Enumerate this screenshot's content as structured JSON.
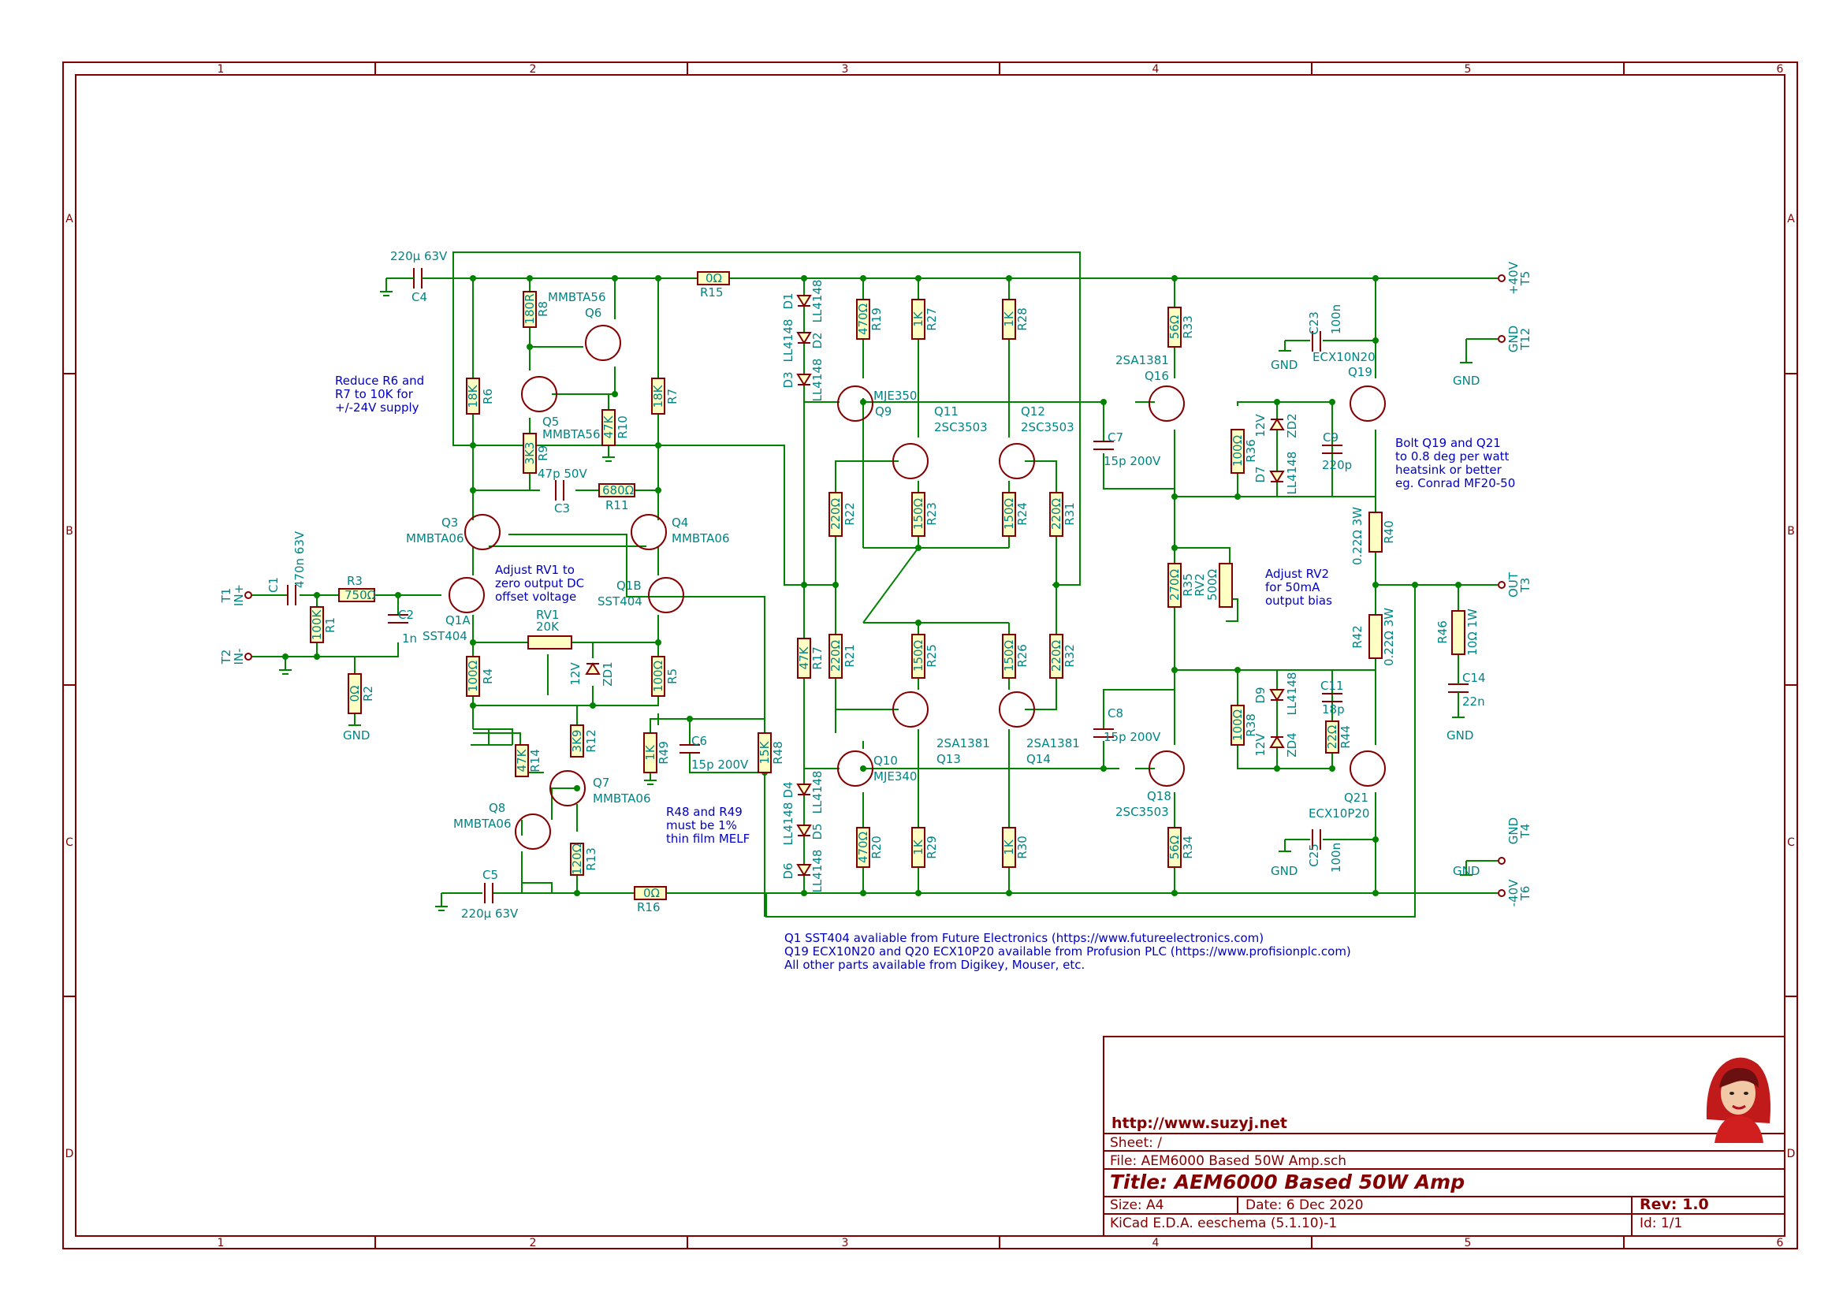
{
  "colors": {
    "frame": "#840000",
    "wire": "#008400",
    "component_fill": "#ffffc4",
    "reference_text": "#008484",
    "note_text": "#0000c4"
  },
  "title_block": {
    "url": "http://www.suzyj.net",
    "sheet": "Sheet: /",
    "file": "File: AEM6000 Based 50W Amp.sch",
    "title": "Title: AEM6000 Based 50W Amp",
    "size": "Size: A4",
    "date": "Date: 6 Dec 2020",
    "rev": "Rev: 1.0",
    "tool": "KiCad E.D.A.  eeschema (5.1.10)-1",
    "id": "Id: 1/1"
  },
  "zones": {
    "columns": [
      "1",
      "2",
      "3",
      "4",
      "5",
      "6"
    ],
    "rows": [
      "A",
      "B",
      "C",
      "D"
    ]
  },
  "notes": {
    "reduce_r6": [
      "Reduce R6 and",
      "R7 to 10K for",
      "+/-24V supply"
    ],
    "adjust_rv1": [
      "Adjust RV1 to",
      "zero output DC",
      "offset voltage"
    ],
    "adjust_rv2": [
      "Adjust RV2",
      "for 50mA",
      "output bias"
    ],
    "bolt": [
      "Bolt Q19 and Q21",
      "to 0.8 deg per watt",
      "heatsink or better",
      "eg. Conrad MF20-50"
    ],
    "r48": [
      "R48 and R49",
      "must be 1%",
      "thin film MELF"
    ],
    "parts": [
      "Q1 SST404 avaliable from Future Electronics (https://www.futureelectronics.com)",
      "Q19 ECX10N20 and Q20 ECX10P20 available from Profusion PLC (https://www.profisionplc.com)",
      "All other parts available from Digikey, Mouser, etc."
    ]
  },
  "labels": {
    "C4": "C4",
    "C4v": "220µ 63V",
    "C5": "C5",
    "C5v": "220µ 63V",
    "C1": "C1",
    "C1v": "470n 63V",
    "R3": "R3",
    "R3v": "750Ω",
    "R1": "R1",
    "R1v": "100K",
    "C2": "C2",
    "C2v": "1n",
    "R2": "R2",
    "R2v": "0Ω",
    "T1": "T1",
    "T1v": "IN+",
    "T2": "T2",
    "T2v": "IN-",
    "Q1A": "Q1A",
    "Q1Av": "SST404",
    "Q1B": "Q1B",
    "Q1Bv": "SST404",
    "Q3": "Q3",
    "Q3v": "MMBTA06",
    "Q4": "Q4",
    "Q4v": "MMBTA06",
    "Q5": "Q5",
    "Q5v": "MMBTA56",
    "Q6": "Q6",
    "Q6v": "MMBTA56",
    "Q7": "Q7",
    "Q7v": "MMBTA06",
    "Q8": "Q8",
    "Q8v": "MMBTA06",
    "R8": "R8",
    "R8v": "180R",
    "R6": "R6",
    "R6v": "18K",
    "R9": "R9",
    "R9v": "3K3",
    "R10": "R10",
    "R10v": "47K",
    "R7": "R7",
    "R7v": "18K",
    "C3": "C3",
    "C3v": "47p 50V",
    "R11": "R11",
    "R11v": "680Ω",
    "RV1": "RV1",
    "RV1v": "20K",
    "R4": "R4",
    "R4v": "100Ω",
    "R5": "R5",
    "R5v": "100Ω",
    "ZD1": "ZD1",
    "ZD1v": "12V",
    "R14": "R14",
    "R14v": "47K",
    "R12": "R12",
    "R12v": "3K9",
    "R13": "R13",
    "R13v": "120Ω",
    "R15": "R15",
    "R15v": "0Ω",
    "R16": "R16",
    "R16v": "0Ω",
    "R49": "R49",
    "R49v": "1K",
    "C6": "C6",
    "C6v": "15p 200V",
    "R48": "R48",
    "R48v": "15K",
    "D1": "D1",
    "D2": "D2",
    "D3": "D3",
    "D4": "D4",
    "D5": "D5",
    "D6": "D6",
    "Dv": "LL4148",
    "R17": "R17",
    "R17v": "47K",
    "R19": "R19",
    "R19v": "470Ω",
    "R20": "R20",
    "R20v": "470Ω",
    "Q9": "Q9",
    "Q9v": "MJE350",
    "Q10": "Q10",
    "Q10v": "MJE340",
    "R27": "R27",
    "R27v": "1K",
    "R28": "R28",
    "R28v": "1K",
    "R29": "R29",
    "R29v": "1K",
    "R30": "R30",
    "R30v": "1K",
    "Q11": "Q11",
    "Q11v": "2SC3503",
    "Q12": "Q12",
    "Q12v": "2SC3503",
    "Q13": "Q13",
    "Q13v": "2SA1381",
    "Q14": "Q14",
    "Q14v": "2SA1381",
    "R22": "R22",
    "R22v": "220Ω",
    "R21": "R21",
    "R21v": "220Ω",
    "R23": "R23",
    "R23v": "150Ω",
    "R24": "R24",
    "R24v": "150Ω",
    "R25": "R25",
    "R25v": "150Ω",
    "R26": "R26",
    "R26v": "150Ω",
    "R31": "R31",
    "R31v": "220Ω",
    "R32": "R32",
    "R32v": "220Ω",
    "C7": "C7",
    "C7v": "15p 200V",
    "C8": "C8",
    "C8v": "15p 200V",
    "Q16": "Q16",
    "Q16v": "2SA1381",
    "Q18": "Q18",
    "Q18v": "2SC3503",
    "R33": "R33",
    "R33v": "56Ω",
    "R34": "R34",
    "R34v": "56Ω",
    "R35": "R35",
    "R35v": "270Ω",
    "RV2": "RV2",
    "RV2v": "500Ω",
    "R36": "R36",
    "R36v": "100Ω",
    "R38": "R38",
    "R38v": "100Ω",
    "ZD2": "ZD2",
    "ZD4": "ZD4",
    "ZDv": "12V",
    "D7": "D7",
    "D9": "D9",
    "C9": "C9",
    "C9v": "220p",
    "C11": "C11",
    "C11v": "18p",
    "R44": "R44",
    "R44v": "22Ω",
    "Q19": "Q19",
    "Q19v": "ECX10N20",
    "Q21": "Q21",
    "Q21v": "ECX10P20",
    "C23": "C23",
    "C23v": "100n",
    "C25": "C25",
    "C25v": "100n",
    "R40": "R40",
    "R40v": "0.22Ω 3W",
    "R42": "R42",
    "R42v": "0.22Ω 3W",
    "R46": "R46",
    "R46v": "10Ω 1W",
    "C14": "C14",
    "C14v": "22n",
    "T5": "T5",
    "T5v": "+40V",
    "T12": "T12",
    "T12v": "GND",
    "T3": "T3",
    "T3v": "OUT",
    "T4": "T4",
    "T4v": "GND",
    "T6": "T6",
    "T6v": "-40V",
    "gnd": "GND"
  }
}
